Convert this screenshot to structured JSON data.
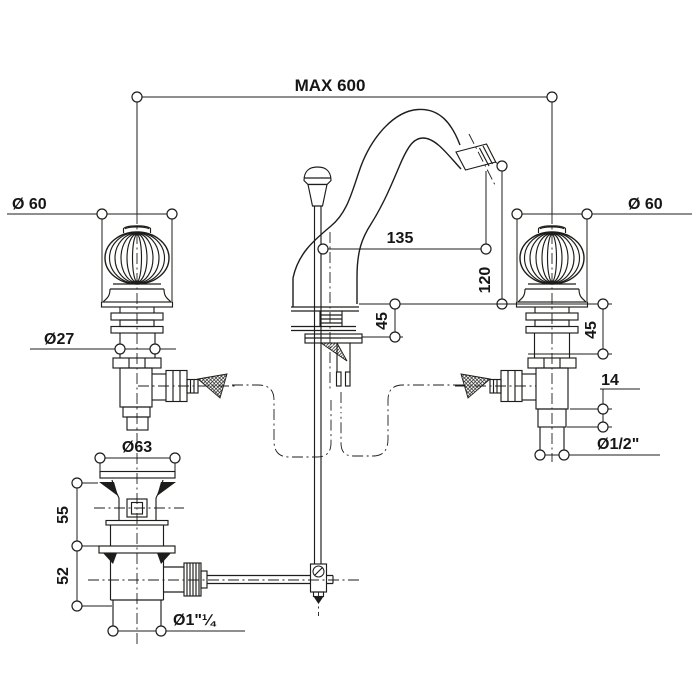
{
  "drawing": {
    "subject": "3-hole basin mixer faucet with pop-up waste - dimensional technical drawing",
    "background_color": "#ffffff",
    "line_color": "#1d1d1b",
    "dimensions": {
      "max_spread": "MAX 600",
      "handle_dia_left": "Ø 60",
      "handle_dia_right": "Ø 60",
      "valve_shank_dia": "Ø27",
      "spout_reach": "135",
      "spout_outlet_height": "120",
      "deck_thickness_center": "45",
      "deck_thickness_right": "45",
      "inlet_nipple_length": "14",
      "inlet_thread": "Ø1/2\"",
      "waste_flange_dia": "Ø63",
      "waste_upper_height": "55",
      "waste_lower_height": "52",
      "waste_thread": "Ø1\"¼"
    }
  }
}
